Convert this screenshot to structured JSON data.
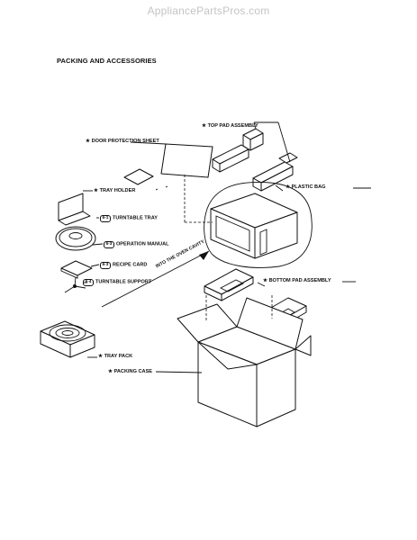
{
  "watermark": "AppliancePartsPros.com",
  "title": "PACKING AND ACCESSORIES",
  "labels": {
    "top_pad": "★ TOP PAD ASSEMBLY",
    "door_protection": "★ DOOR PROTECTION SHEET",
    "plastic_bag": "★ PLASTIC BAG",
    "tray_holder": "★ TRAY HOLDER",
    "turntable_tray": "TURNTABLE TRAY",
    "turntable_tray_ref": "6-1",
    "operation_manual": "OPERATION MANUAL",
    "operation_manual_ref": "6-3",
    "recipe_card": "RECIPE CARD",
    "recipe_card_ref": "6-3",
    "turntable_support": "TURNTABLE SUPPORT",
    "turntable_support_ref": "6-4",
    "into_cavity": "INTO THE OVEN CAVITY",
    "bottom_pad": "★ BOTTOM PAD ASSEMBLY",
    "tray_pack": "★ TRAY PACK",
    "packing_case": "★ PACKING CASE"
  }
}
